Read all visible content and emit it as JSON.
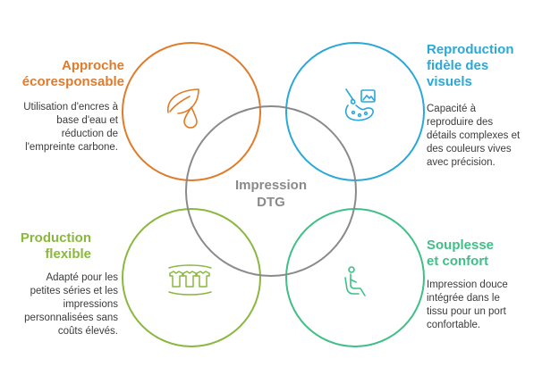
{
  "center": {
    "line1": "Impression",
    "line2": "DTG"
  },
  "colors": {
    "orange": "#e07b2a",
    "blue": "#2aa8d8",
    "green": "#8ab83e",
    "teal": "#3fbf87",
    "gray": "#8a8a8a",
    "text": "#3b3b3b"
  },
  "sections": {
    "eco": {
      "title_line1": "Approche",
      "title_line2": "écoresponsable",
      "desc": [
        "Utilisation d'encres à",
        "base d'eau et",
        "réduction de",
        "l'empreinte carbone."
      ],
      "icon": "leaf-water-drop-icon"
    },
    "repro": {
      "title_line1": "Reproduction",
      "title_line2": "fidèle des",
      "title_line3": "visuels",
      "desc": [
        "Capacité à",
        "reproduire des",
        "détails complexes et",
        "des couleurs vives",
        "avec précision."
      ],
      "icon": "palette-brush-picture-icon"
    },
    "flex": {
      "title_line1": "Production",
      "title_line2": "flexible",
      "desc": [
        "Adapté pour les",
        "petites séries et les",
        "impressions",
        "personnalisées sans",
        "coûts élevés."
      ],
      "icon": "t-shirts-row-icon"
    },
    "comfort": {
      "title_line1": "Souplesse",
      "title_line2": "et confort",
      "desc": [
        "Impression douce",
        "intégrée dans le",
        "tissu pour un port",
        "confortable."
      ],
      "icon": "seated-person-icon"
    }
  }
}
